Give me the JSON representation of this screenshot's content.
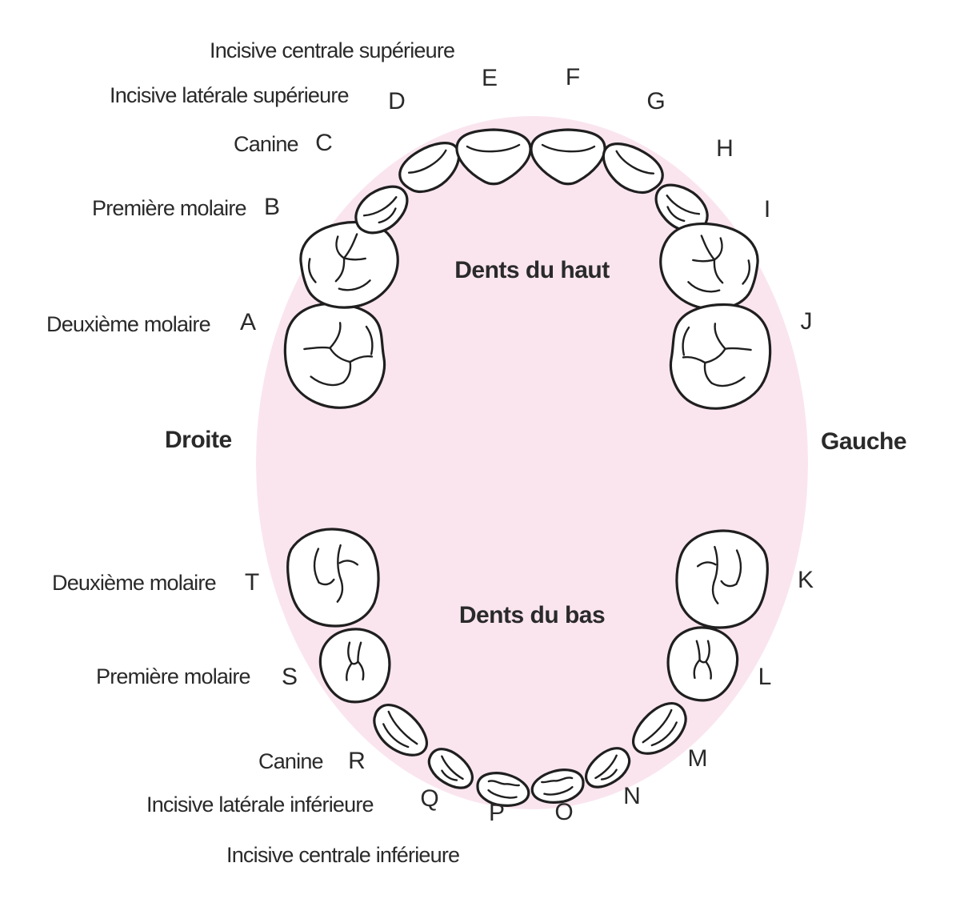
{
  "colors": {
    "arch_pink": "#fae5ef",
    "tooth_fill": "#ffffff",
    "line_ink": "#1f1f1f",
    "text_ink": "#2a2a2a"
  },
  "figure": {
    "upper_arch_title": "Dents du haut",
    "lower_arch_title": "Dents du bas",
    "side_right_label": "Droite",
    "side_left_label": "Gauche"
  },
  "letters": [
    "A",
    "B",
    "C",
    "D",
    "E",
    "F",
    "G",
    "H",
    "I",
    "J",
    "K",
    "L",
    "M",
    "N",
    "O",
    "P",
    "Q",
    "R",
    "S",
    "T"
  ],
  "type_labels": [
    {
      "text": "Incisive centrale supérieure"
    },
    {
      "text": "Incisive latérale supérieure"
    },
    {
      "text": "Canine"
    },
    {
      "text": "Première molaire"
    },
    {
      "text": "Deuxième molaire"
    },
    {
      "text": "Deuxième molaire"
    },
    {
      "text": "Première molaire"
    },
    {
      "text": "Canine"
    },
    {
      "text": "Incisive latérale inférieure"
    },
    {
      "text": "Incisive centrale inférieure"
    }
  ]
}
